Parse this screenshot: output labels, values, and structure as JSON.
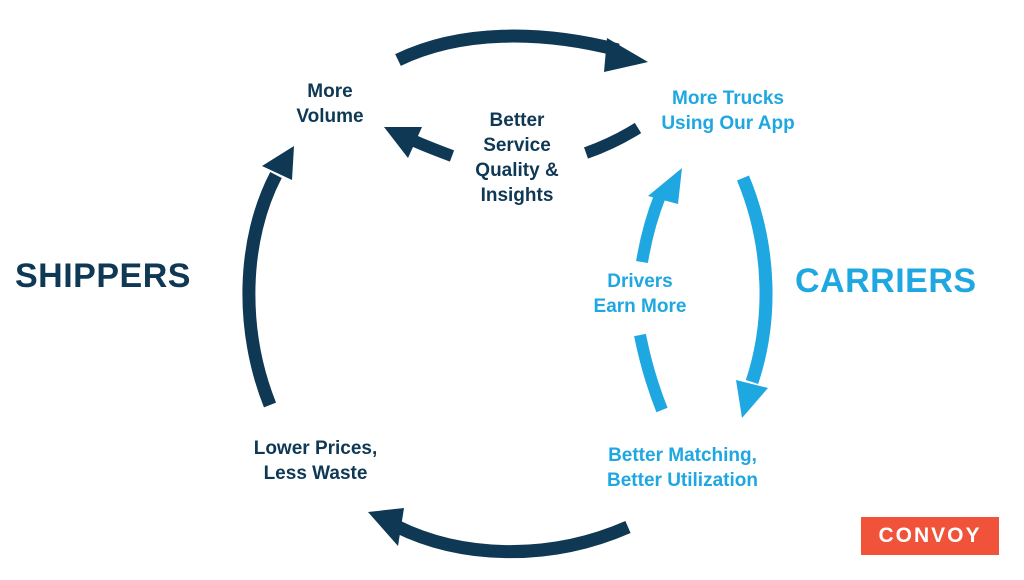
{
  "colors": {
    "shipper": "#0f3854",
    "carrier": "#1fa7e1",
    "brand_bg": "#f0533a",
    "brand_text": "#ffffff"
  },
  "sides": {
    "left": "SHIPPERS",
    "right": "CARRIERS"
  },
  "nodes": {
    "more_volume": "More\nVolume",
    "service_quality": "Better\nService\nQuality &\nInsights",
    "more_trucks": "More Trucks\nUsing Our App",
    "drivers_earn": "Drivers\nEarn More",
    "better_matching": "Better Matching,\nBetter Utilization",
    "lower_prices": "Lower Prices,\nLess Waste"
  },
  "brand": "CONVOY"
}
